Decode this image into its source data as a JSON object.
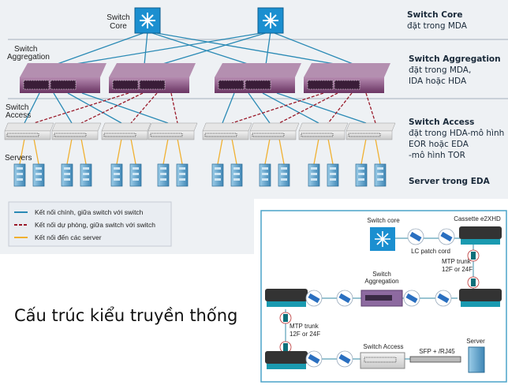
{
  "hierarchy": {
    "left_labels": {
      "core": [
        "Switch",
        "Core"
      ],
      "aggregation": [
        "Switch",
        "Aggregation"
      ],
      "access": [
        "Switch",
        "Access"
      ],
      "servers": "Servers"
    },
    "right_labels": {
      "core": [
        "Switch Core",
        "đặt trong MDA"
      ],
      "aggregation": [
        "Switch Aggregation",
        "đặt trong MDA,",
        "IDA hoặc HDA"
      ],
      "access": [
        "Switch Access",
        "đặt trong HDA-mô hình",
        "EOR hoặc EDA",
        "-mô hình TOR"
      ],
      "server": "Server trong EDA"
    },
    "counts": {
      "core_switches": 2,
      "aggregation_switches": 4,
      "access_switches": 8,
      "servers": 16
    }
  },
  "legend": [
    {
      "label": "Kết nối chính, giữa switch với switch",
      "style": "solid",
      "color": "#2a8ab5"
    },
    {
      "label": "Kết nối dự phòng, giữa switch với switch",
      "style": "dashed",
      "color": "#9a1a2a"
    },
    {
      "label": "Kết nối đến các server",
      "style": "solid",
      "color": "#f0b030"
    }
  ],
  "caption": "Cấu trúc kiểu truyền thống",
  "inset": {
    "switch_core": "Switch core",
    "cassette": "Cassette e2XHD",
    "lc_patch_cord": "LC patch cord",
    "mtp_trunk": [
      "MTP trunk",
      "12F or 24F"
    ],
    "switch_aggregation": [
      "Switch",
      "Aggregation"
    ],
    "switch_access": "Switch Access",
    "sfp": "SFP + /RJ45",
    "server": "Server"
  },
  "colors": {
    "primary_link": "#2a8ab5",
    "backup_link": "#9a1a2a",
    "server_link": "#f0b030",
    "aggregation": "#7a3f72",
    "core": "#1b8fd0",
    "panel_bg": "#eef1f4"
  }
}
